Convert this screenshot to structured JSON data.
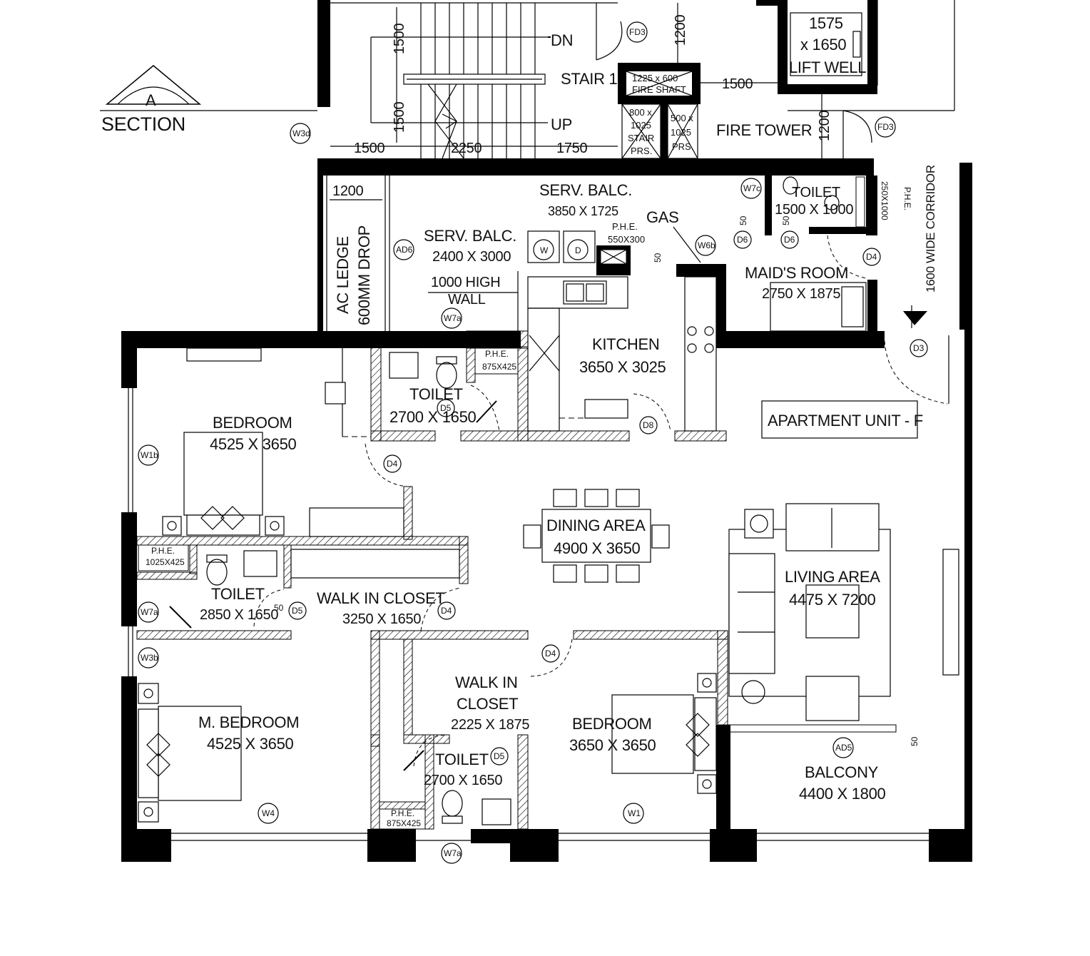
{
  "section_marker": {
    "letter": "A",
    "label": "SECTION"
  },
  "rooms": {
    "stair": {
      "name": "STAIR 1",
      "dn": "DN",
      "up": "UP"
    },
    "lift_well": {
      "line1": "1575",
      "line2": "x 1650",
      "line3": "LIFT WELL"
    },
    "fire_shaft": {
      "line1": "1225 x 600",
      "line2": "FIRE SHAFT"
    },
    "stair_prs_1": {
      "line1": "800 x",
      "line2": "1025",
      "line3": "STAIR",
      "line4": "PRS."
    },
    "stair_prs_2": {
      "line1": "500 x",
      "line2": "1025",
      "line3": "PRS."
    },
    "fire_tower": {
      "name": "FIRE TOWER"
    },
    "serv_balc_1": {
      "name": "SERV. BALC.",
      "size": "3850 X 1725"
    },
    "serv_balc_2": {
      "name": "SERV. BALC.",
      "size": "2400 X 3000"
    },
    "high_wall": {
      "line1": "1000 HIGH",
      "line2": "WALL"
    },
    "ac_ledge": {
      "line1": "AC LEDGE",
      "line2": "600MM DROP"
    },
    "toilet_maid": {
      "name": "TOILET",
      "size": "1500 X 1000"
    },
    "maids_room": {
      "name": "MAID'S ROOM",
      "size": "2750 X 1875"
    },
    "kitchen": {
      "name": "KITCHEN",
      "size": "3650 X 3025"
    },
    "gas": {
      "name": "GAS"
    },
    "corridor": {
      "name": "1600 WIDE CORRIDOR"
    },
    "unit_label": {
      "name": "APARTMENT UNIT - F"
    },
    "bedroom_1": {
      "name": "BEDROOM",
      "size": "4525 X 3650"
    },
    "toilet_1": {
      "name": "TOILET",
      "size": "2700 X 1650"
    },
    "dining": {
      "name": "DINING AREA",
      "size": "4900 X 3650"
    },
    "living": {
      "name": "LIVING AREA",
      "size": "4475 X 7200"
    },
    "toilet_2": {
      "name": "TOILET",
      "size": "2850 X 1650"
    },
    "walk_in_closet_1": {
      "name": "WALK IN CLOSET",
      "size": "3250 X 1650"
    },
    "walk_in_closet_2": {
      "line1": "WALK IN",
      "line2": "CLOSET",
      "size": "2225 X 1875"
    },
    "m_bedroom": {
      "name": "M. BEDROOM",
      "size": "4525 X 3650"
    },
    "toilet_3": {
      "name": "TOILET",
      "size": "2700 X 1650"
    },
    "bedroom_2": {
      "name": "BEDROOM",
      "size": "3650 X 3650"
    },
    "balcony": {
      "name": "BALCONY",
      "size": "4400 X 1800"
    }
  },
  "dimensions": {
    "d1500_a": "1500",
    "d1500_b": "1500",
    "d1500_c": "1500",
    "d1500_d": "1500",
    "d2250": "2250",
    "d1750": "1750",
    "d1200_a": "1200",
    "d1200_b": "1200",
    "d1200_c": "1200",
    "d50_a": "50",
    "d50_b": "50",
    "d50_c": "50",
    "d50_d": "50",
    "d50_e": "50"
  },
  "phe": {
    "kitchen_phe": {
      "line1": "P.H.E.",
      "line2": "550X300"
    },
    "toilet1_phe": {
      "line1": "P.H.E.",
      "line2": "875X425"
    },
    "toilet2_phe": {
      "line1": "P.H.E.",
      "line2": "1025X425"
    },
    "toilet3_phe": {
      "line1": "P.H.E.",
      "line2": "875X425"
    },
    "maid_phe": {
      "line1": "P.H.E.",
      "line2": "250X1000"
    }
  },
  "appliances": {
    "washer": "W",
    "dryer": "D"
  },
  "tags": {
    "W3d": "W3d",
    "W7c": "W7c",
    "W6b": "W6b",
    "AD6": "AD6",
    "W7a_1": "W7a",
    "FD3_1": "FD3",
    "FD3_2": "FD3",
    "D6_1": "D6",
    "D6_2": "D6",
    "D4_maid": "D4",
    "D3": "D3",
    "D5_1": "D5",
    "D8": "D8",
    "D4_bed1": "D4",
    "W1b": "W1b",
    "W7a_2": "W7a",
    "D5_2": "D5",
    "D4_wic": "D4",
    "D4_bed2": "D4",
    "W3b": "W3b",
    "D5_3": "D5",
    "AD5": "AD5",
    "W4": "W4",
    "W1": "W1",
    "W7a_3": "W7a"
  }
}
